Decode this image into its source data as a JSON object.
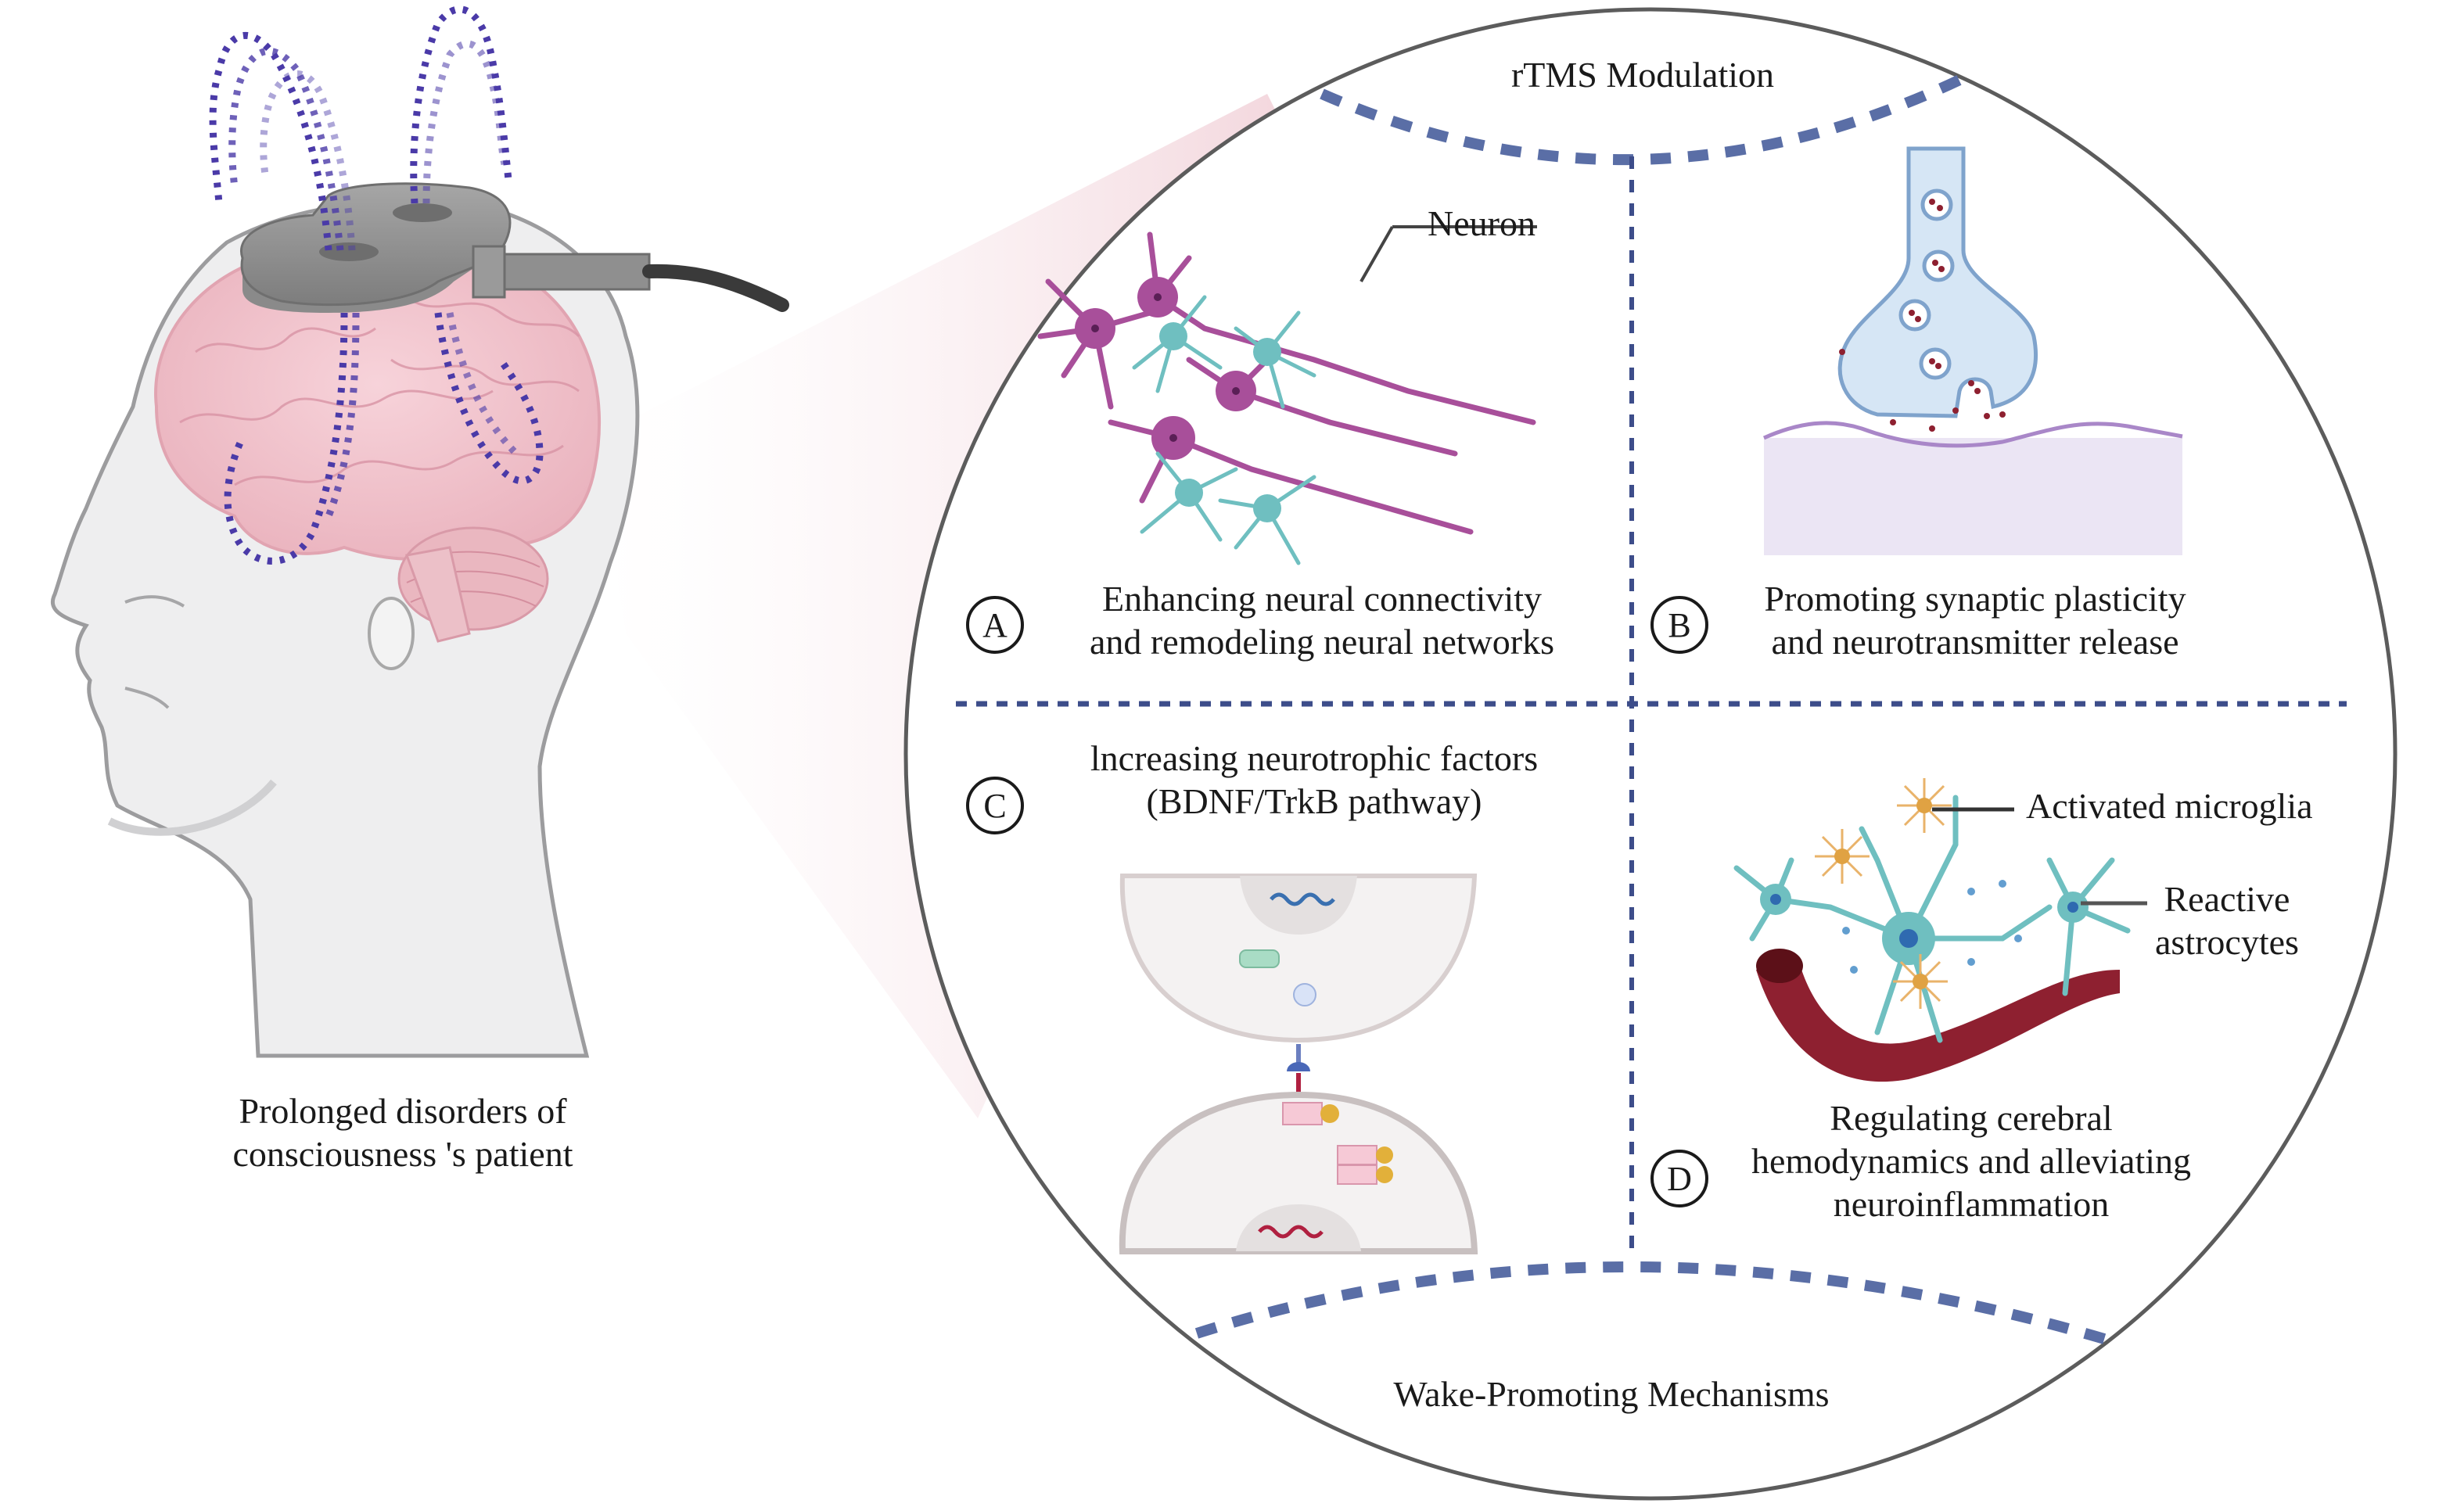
{
  "figure": {
    "patient_caption": [
      "Prolonged disorders of",
      "consciousness 's patient"
    ],
    "circle_title_top": "rTMS Modulation",
    "circle_title_bottom": "Wake-Promoting Mechanisms",
    "colors": {
      "dash_line": "#5a6ea6",
      "zoom_cone": "#f0d4da",
      "brain": "#f2c3cc",
      "neuron_purple": "#a84f9a",
      "astrocyte_teal": "#6fbfc0",
      "microglia_orange": "#e9b36a",
      "vessel_red": "#8e2030",
      "synapse_blue": "#d6e6f5",
      "postsynaptic_lilac": "#ebe5f4",
      "field_lines": "#4a3aa8"
    },
    "panels": [
      {
        "id": "A",
        "badge": "A",
        "text": [
          "Enhancing neural connectivity",
          "and remodeling neural networks"
        ],
        "callouts": [
          "Neuron"
        ]
      },
      {
        "id": "B",
        "badge": "B",
        "text": [
          "Promoting synaptic plasticity",
          "and neurotransmitter release"
        ],
        "callouts": []
      },
      {
        "id": "C",
        "badge": "C",
        "text": [
          "lncreasing neurotrophic factors",
          "(BDNF/TrkB pathway)"
        ],
        "callouts": []
      },
      {
        "id": "D",
        "badge": "D",
        "text": [
          "Regulating cerebral",
          "hemodynamics and alleviating",
          "neuroinflammation"
        ],
        "callouts": [
          "Activated microglia",
          "Reactive",
          "astrocytes"
        ]
      }
    ]
  }
}
